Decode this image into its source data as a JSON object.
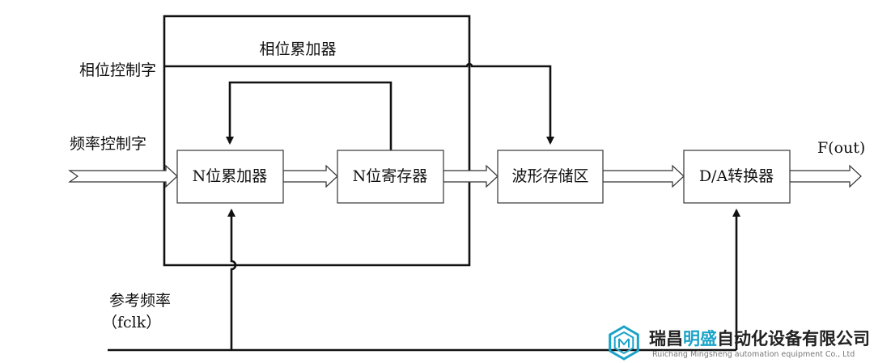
{
  "diagram": {
    "labels": {
      "phase_accumulator": "相位累加器",
      "phase_control_word": "相位控制字",
      "freq_control_word": "频率控制字",
      "ref_freq": "参考频率",
      "ref_freq_symbol": "（fclk）",
      "output": "F(out)"
    },
    "blocks": {
      "n_accumulator": "N位累加器",
      "n_register": "N位寄存器",
      "waveform_memory": "波形存储区",
      "da_converter": "D/A转换器"
    }
  },
  "logo": {
    "name_part1": "瑞昌",
    "name_accent": "明盛",
    "name_part2": "自动化设备有限公司",
    "name_en": "Ruichang Mingsheng automation equipment Co., Ltd",
    "colors": {
      "accent": "#1aa3c9",
      "text": "#222222",
      "subtext": "#777777"
    }
  }
}
